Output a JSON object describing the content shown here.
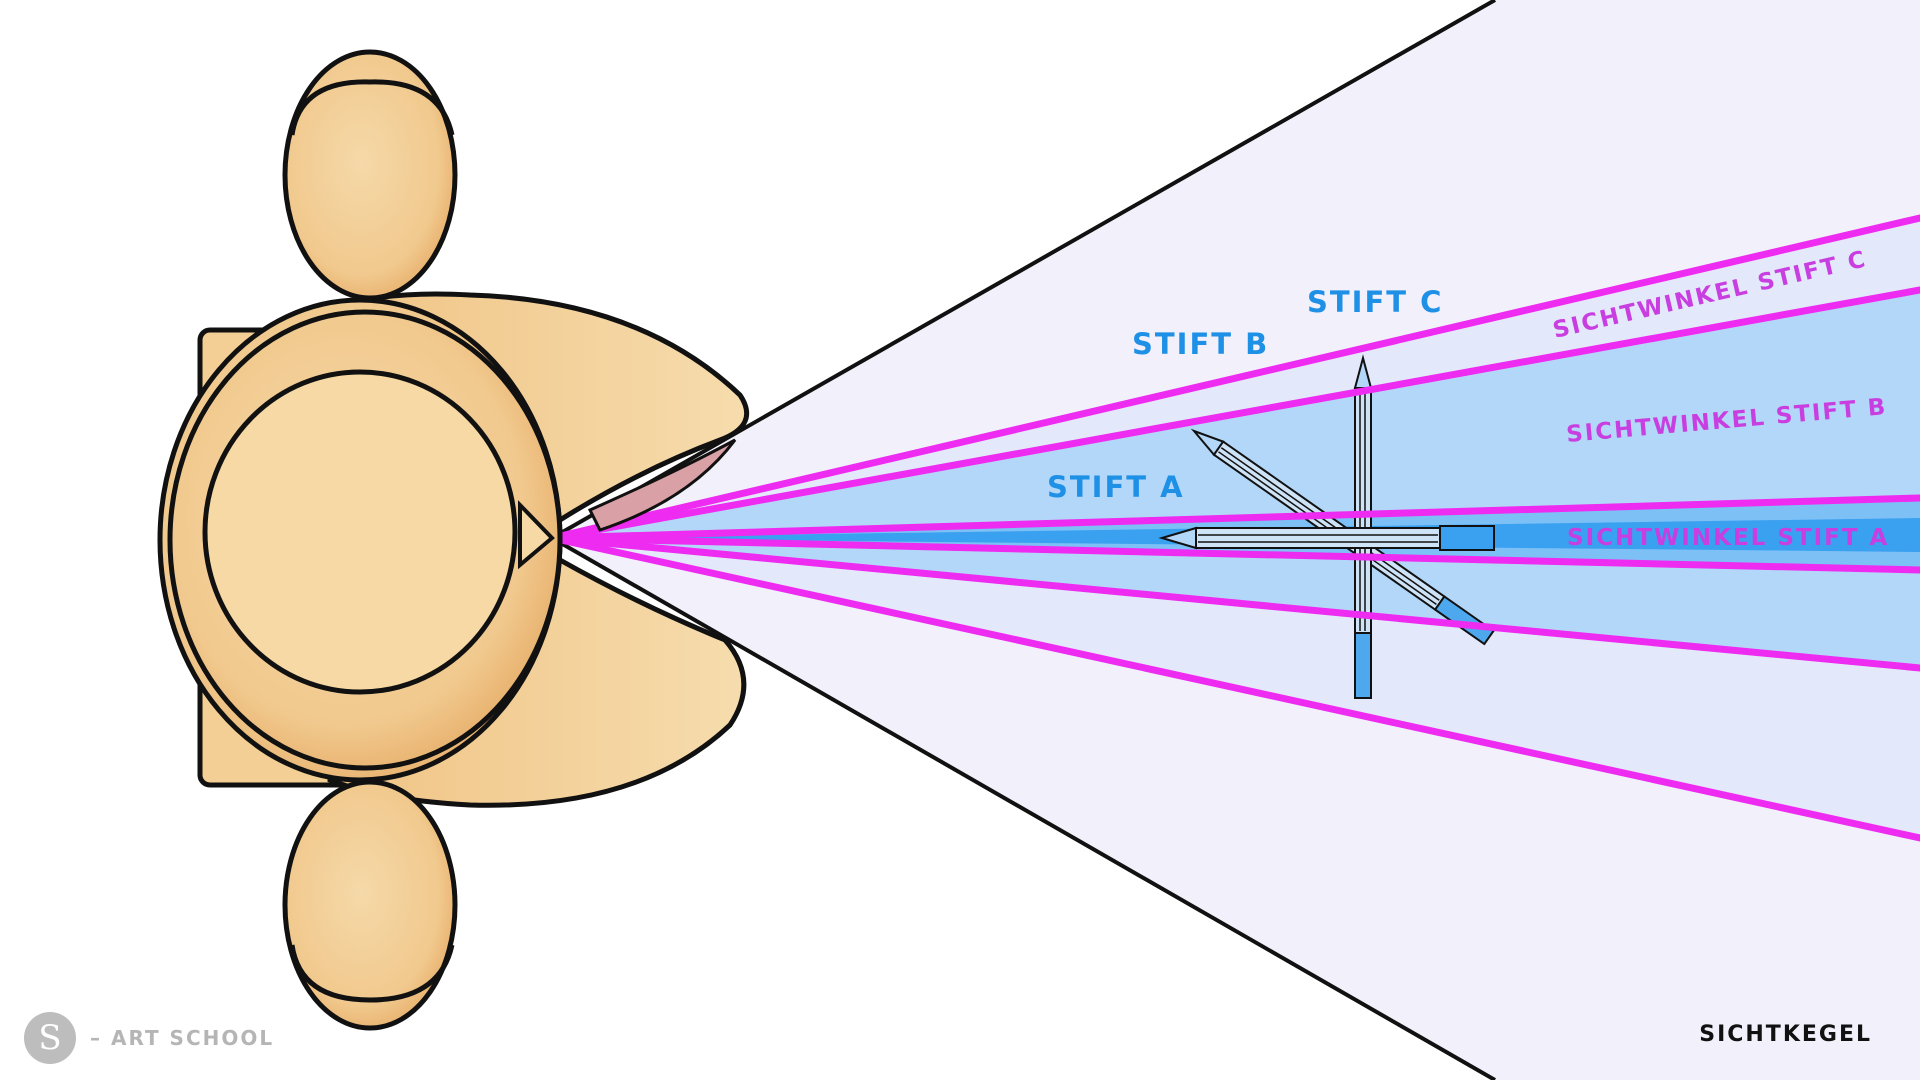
{
  "labels": {
    "pen_a": "STIFT A",
    "pen_b": "STIFT B",
    "pen_c": "STIFT C",
    "angle_a": "SICHTWINKEL STIFT A",
    "angle_b": "SICHTWINKEL STIFT B",
    "angle_c": "SICHTWINKEL STIFT C"
  },
  "brand": {
    "logo": "S",
    "text": "– ART SCHOOL"
  },
  "title": "SICHTKEGEL",
  "colors": {
    "cone_fill": "#f2f0fb",
    "angle_fill": "#b3d7f8",
    "band_fill": "#3aa0f0",
    "magenta": "#ee2bf0",
    "pen_label": "#1e90e6",
    "angle_label": "#c83ee0",
    "skin": "#f2cf98",
    "skin_shade": "#e5a963",
    "outline": "#111111"
  }
}
